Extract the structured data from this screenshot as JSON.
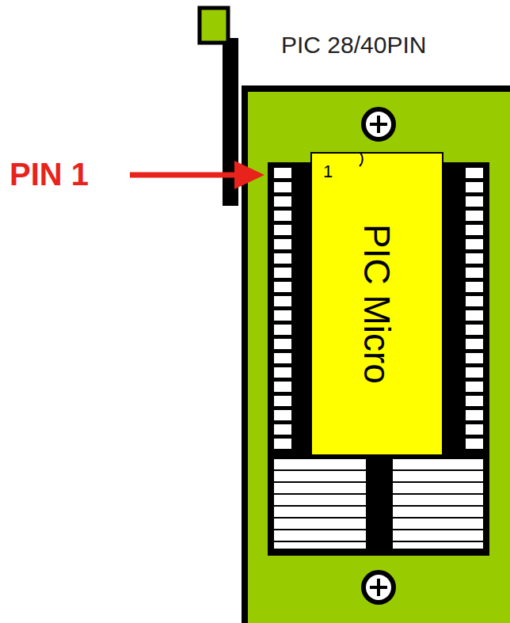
{
  "diagram": {
    "nodes": [
      {
        "text": [
          "PIC 28/40PIN"
        ]
      },
      {
        "text": [
          "1",
          "PIC Micro"
        ],
        "in": 0
      }
    ],
    "labels": [
      "PIN 1"
    ]
  }
}
